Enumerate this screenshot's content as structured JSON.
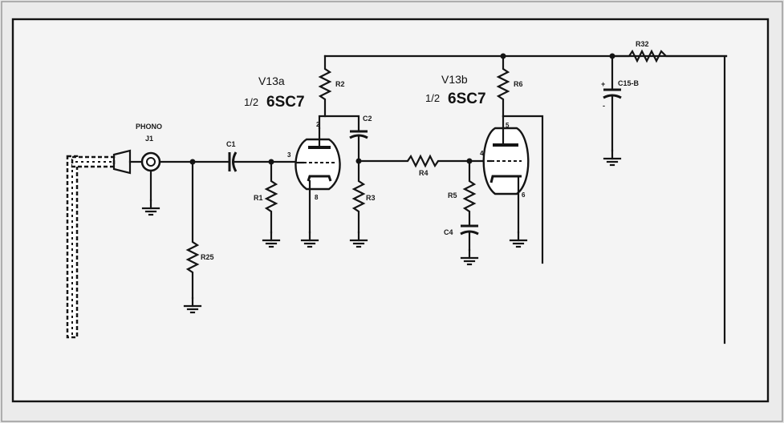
{
  "tubes": [
    {
      "name": "V13a",
      "fraction": "1/2",
      "type": "6SC7"
    },
    {
      "name": "V13b",
      "fraction": "1/2",
      "type": "6SC7"
    }
  ],
  "jack": {
    "label_top": "PHONO",
    "label_bottom": "J1"
  },
  "components": {
    "c1": "C1",
    "c2": "C2",
    "c4": "C4",
    "c15b": "C15-B",
    "r1": "R1",
    "r2": "R2",
    "r3": "R3",
    "r4": "R4",
    "r5": "R5",
    "r6": "R6",
    "r25": "R25",
    "r32": "R32"
  },
  "pins": {
    "v13a_plate": "2",
    "v13a_grid": "3",
    "v13a_cathode": "8",
    "v13b_grid": "4",
    "v13b_plate": "5",
    "v13b_cathode": "6"
  },
  "polarity": {
    "plus": "+",
    "minus": "-"
  }
}
